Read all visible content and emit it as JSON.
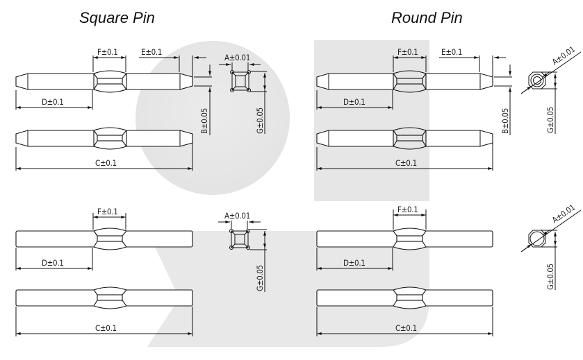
{
  "titles": {
    "square": "Square Pin",
    "round": "Round Pin"
  },
  "colors": {
    "background": "#ffffff",
    "watermark": "#e6e6e6",
    "line": "#111111"
  },
  "square_pin": {
    "tapered": {
      "labels": {
        "F": "F±0.1",
        "E": "E±0.1",
        "D": "D±0.1",
        "C": "C±0.1",
        "B": "B±0.05",
        "A": "A±0.01",
        "G": "G±0.05"
      }
    },
    "flat": {
      "labels": {
        "F": "F±0.1",
        "D": "D±0.1",
        "C": "C±0.1",
        "A": "A±0.01",
        "G": "G±0.05"
      }
    }
  },
  "round_pin": {
    "tapered": {
      "labels": {
        "F": "F±0.1",
        "E": "E±0.1",
        "D": "D±0.1",
        "C": "C±0.1",
        "B": "B±0.05",
        "A": "A±0.01",
        "G": "G±0.05"
      }
    },
    "flat": {
      "labels": {
        "F": "F±0.1",
        "D": "D±0.1",
        "C": "C±0.1",
        "A": "A±0.01",
        "G": "G±0.05"
      }
    }
  }
}
